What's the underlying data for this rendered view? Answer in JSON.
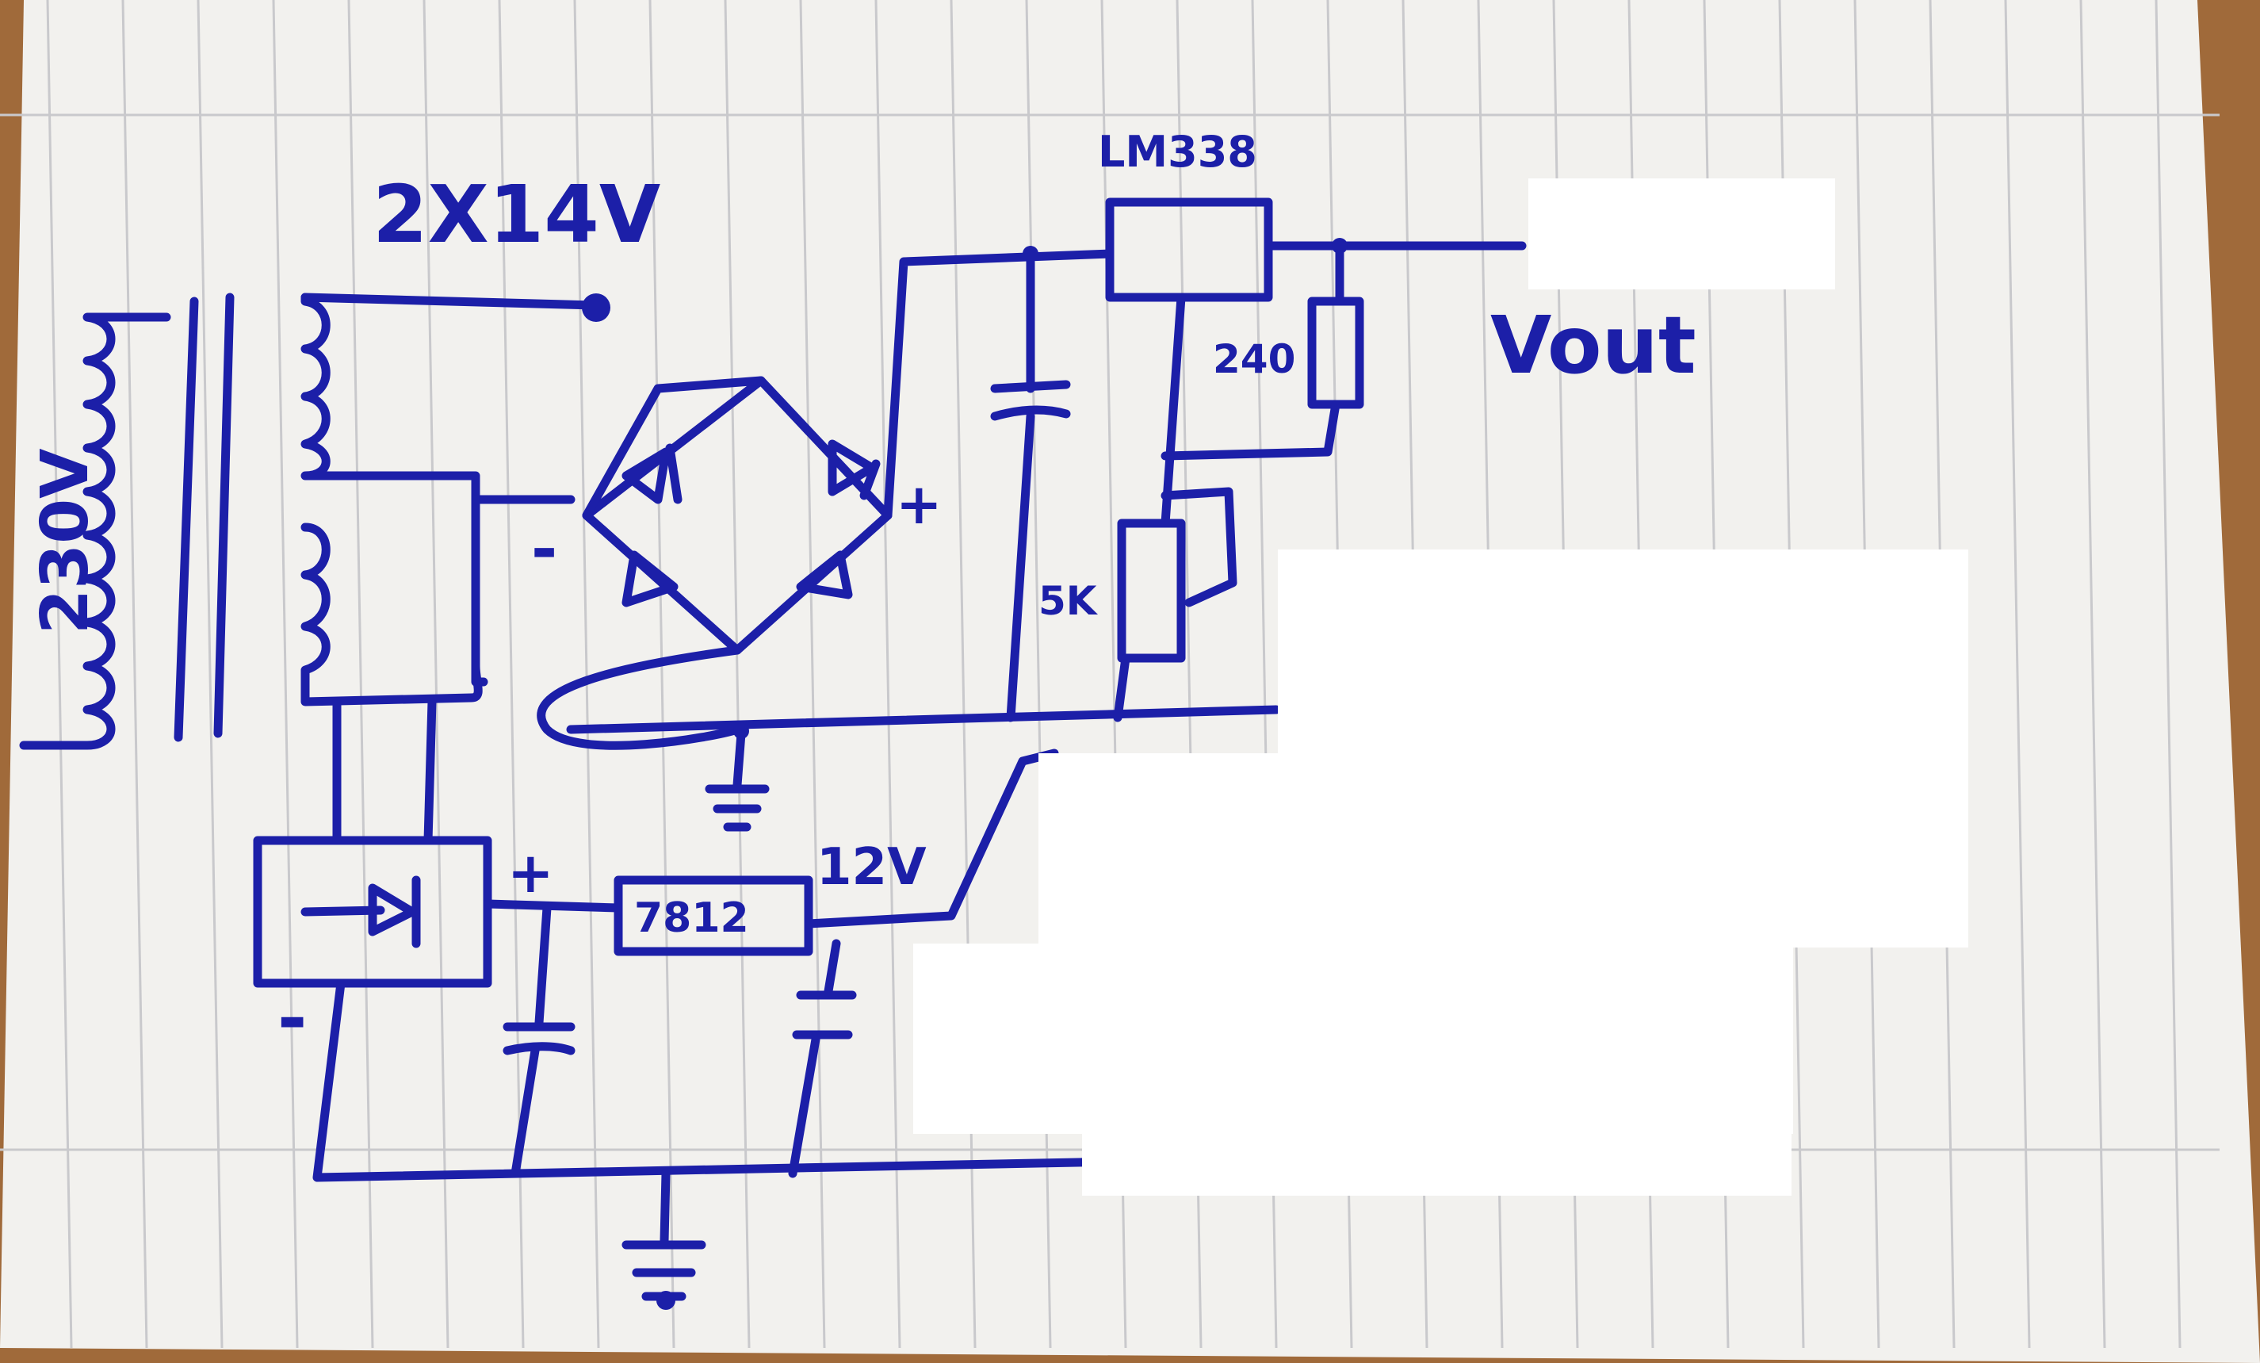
{
  "diagram": {
    "transformer": {
      "primary_label": "230V",
      "secondary_label": "2X14V"
    },
    "regulator_label": "LM338",
    "resistor_top_label": "240",
    "pot_label": "5K",
    "output_label": "Vout",
    "bridge_plus": "+",
    "bridge_minus": "-",
    "aux_bridge_plus": "+",
    "aux_bridge_minus": "-",
    "aux_bridge_symbol": "D",
    "aux_regulator_label": "7812",
    "aux_output_label": "12V"
  },
  "colors": {
    "ink": "#1c1fa8",
    "paper": "#f2f1ee",
    "grid_line": "#c9c9cc",
    "background": "#a06a3a",
    "redaction": "#ffffff"
  }
}
